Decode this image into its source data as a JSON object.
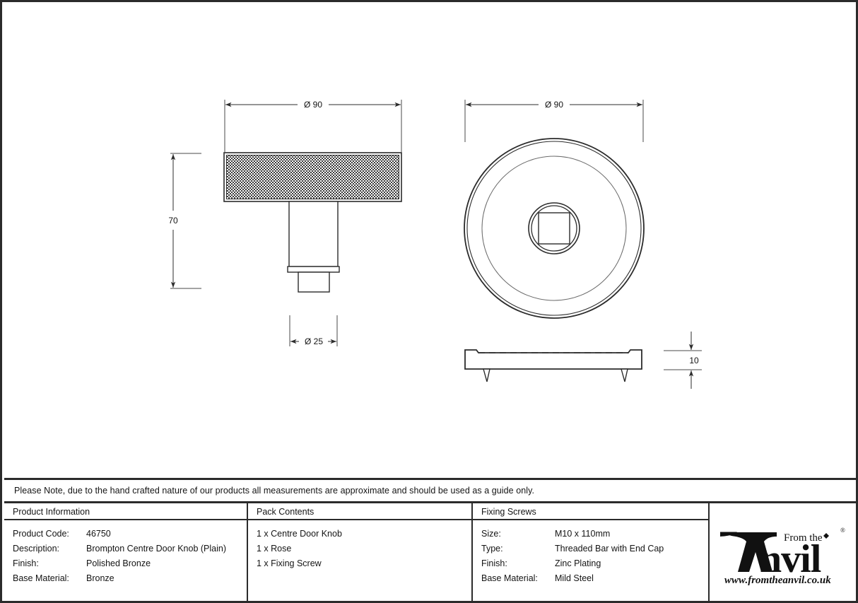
{
  "note": {
    "text": "Please Note, due to the hand crafted nature of our products all measurements are approximate and should be used as a guide only."
  },
  "drawing": {
    "dimensions": {
      "side_view_width": "Ø 90",
      "side_view_height": "70",
      "side_view_shank": "Ø 25",
      "front_view_width": "Ø 90",
      "rose_thickness": "10"
    }
  },
  "table": {
    "product_information": {
      "header": "Product Information",
      "rows": [
        {
          "key": "Product Code:",
          "value": "46750"
        },
        {
          "key": "Description:",
          "value": "Brompton Centre Door Knob (Plain)"
        },
        {
          "key": "Finish:",
          "value": "Polished Bronze"
        },
        {
          "key": "Base Material:",
          "value": "Bronze"
        }
      ]
    },
    "pack_contents": {
      "header": "Pack Contents",
      "items": [
        "1 x Centre Door Knob",
        "1 x Rose",
        "1 x Fixing Screw"
      ]
    },
    "fixing_screws": {
      "header": "Fixing Screws",
      "rows": [
        {
          "key": "Size:",
          "value": "M10 x 110mm"
        },
        {
          "key": "Type:",
          "value": "Threaded Bar with End Cap"
        },
        {
          "key": "Finish:",
          "value": "Zinc Plating"
        },
        {
          "key": "Base Material:",
          "value": "Mild Steel"
        }
      ]
    }
  },
  "logo": {
    "tagline": "From the",
    "wordmark": "Anvil",
    "website": "www.fromtheanvil.co.uk",
    "registered_mark": "®"
  },
  "colors": {
    "ink": "#2b2b2b",
    "text": "#141414",
    "paper": "#ffffff",
    "thin_line": "#4a4a4a"
  }
}
